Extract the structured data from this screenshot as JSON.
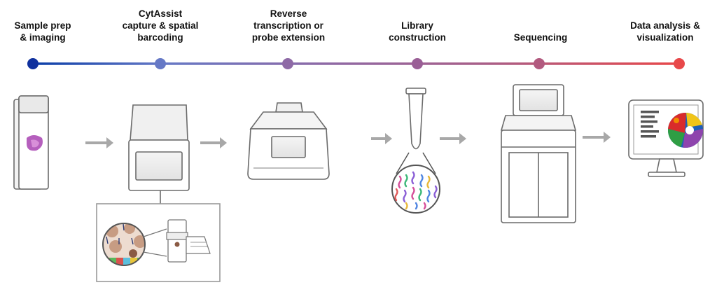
{
  "steps": [
    {
      "label": "Sample prep\n& imaging",
      "icon": "slide-icon"
    },
    {
      "label": "CytAssist\ncapture & spatial\nbarcoding",
      "icon": "cytassist-instrument-icon"
    },
    {
      "label": "Reverse\ntranscription or\nprobe extension",
      "icon": "thermal-cycler-icon"
    },
    {
      "label": "Library\nconstruction",
      "icon": "tube-icon"
    },
    {
      "label": "Sequencing",
      "icon": "sequencer-icon"
    },
    {
      "label": "Data analysis &\nvisualization",
      "icon": "monitor-icon"
    }
  ],
  "colors": {
    "timeline_start": "#0b3ea8",
    "timeline_end": "#e8484a",
    "dot_colors": [
      "#10319e",
      "#6679c6",
      "#8e6aa6",
      "#9a5f96",
      "#b25a7f",
      "#e8484a"
    ],
    "instrument_stroke": "#6b6b6b",
    "arrow": "#a8a8a8"
  }
}
